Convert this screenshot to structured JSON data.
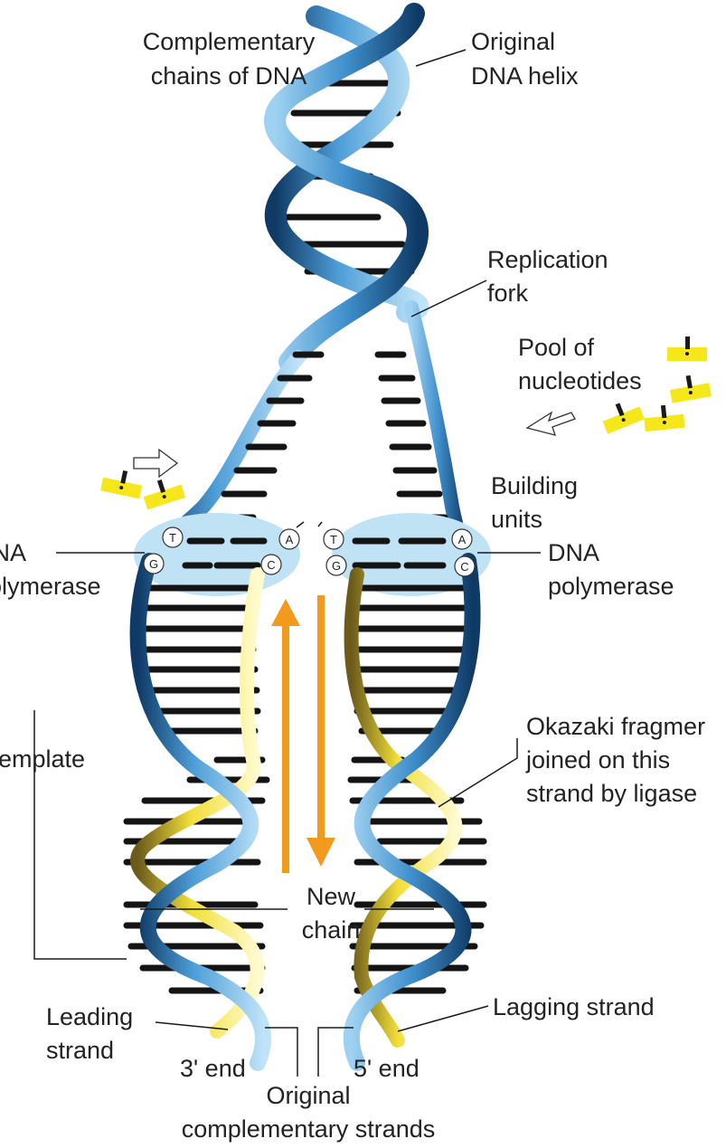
{
  "labels": {
    "complementary_chains": [
      "Complementary",
      "chains of DNA"
    ],
    "original_helix": [
      "Original",
      "DNA helix"
    ],
    "replication_fork": [
      "Replication",
      "fork"
    ],
    "pool": [
      "Pool of",
      "nucleotides"
    ],
    "building_units": [
      "Building",
      "units"
    ],
    "polymerase_left": [
      "DNA",
      "polymerase"
    ],
    "polymerase_right": [
      "DNA",
      "polymerase"
    ],
    "okazaki": [
      "Okazaki fragmer",
      "joined on this",
      "strand by ligase"
    ],
    "template": "emplate",
    "new_chain": [
      "New",
      "chain"
    ],
    "leading_strand": [
      "Leading",
      "strand"
    ],
    "lagging_strand": "Lagging strand",
    "three_prime": "3' end",
    "five_prime": "5' end",
    "original_complementary": [
      "Original",
      "complementary strands"
    ]
  },
  "bases": {
    "left_top_a": "T",
    "left_bottom_a": "G",
    "left_top_b": "A",
    "left_bottom_b": "C",
    "right_top_a": "T",
    "right_bottom_a": "G",
    "right_top_b": "A",
    "right_bottom_b": "C"
  },
  "colors": {
    "dna_blue": "#3f8fcc",
    "new_strand_yellow": "#f6ee8c",
    "polymerase": "#bfe2f5",
    "arrow_orange": "#f29a1c",
    "nucleotide_yellow": "#f5e71c",
    "rung_black": "#141414"
  },
  "icons": {
    "growth_arrow": "hollow-arrow-icon",
    "nucleotide": "nucleotide-icon",
    "direction": "orange-arrow-icon"
  }
}
